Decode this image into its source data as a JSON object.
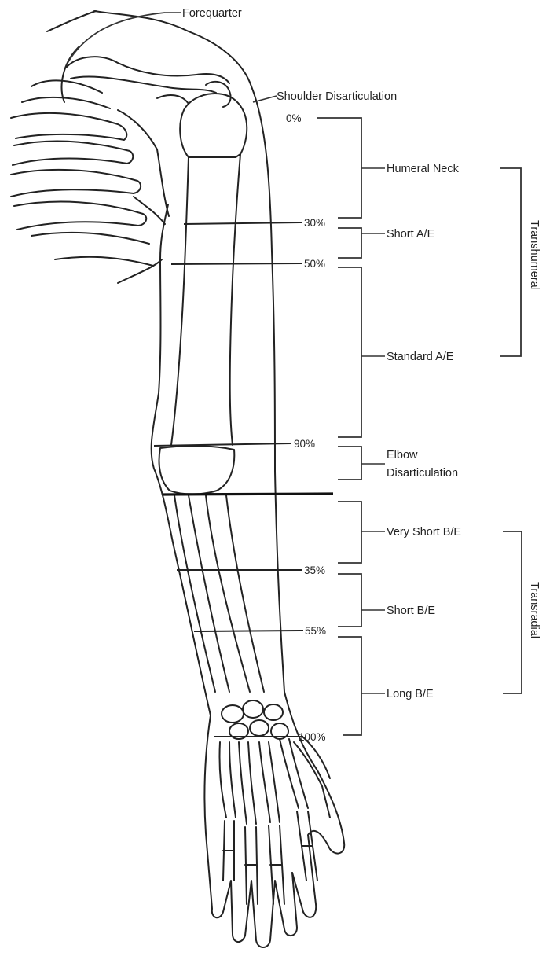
{
  "labels": {
    "forequarter": "Forequarter",
    "shoulder_disarticulation": "Shoulder Disarticulation",
    "humeral_neck": "Humeral Neck",
    "short_ae": "Short A/E",
    "standard_ae": "Standard A/E",
    "elbow_disarticulation_line1": "Elbow",
    "elbow_disarticulation_line2": "Disarticulation",
    "very_short_be": "Very Short B/E",
    "short_be": "Short B/E",
    "long_be": "Long B/E"
  },
  "groups": {
    "transhumeral": "Transhumeral",
    "transradial": "Transradial"
  },
  "levels": {
    "humerus_0": "0%",
    "humerus_30": "30%",
    "humerus_50": "50%",
    "humerus_90": "90%",
    "forearm_35": "35%",
    "forearm_55": "55%",
    "forearm_100": "100%"
  }
}
